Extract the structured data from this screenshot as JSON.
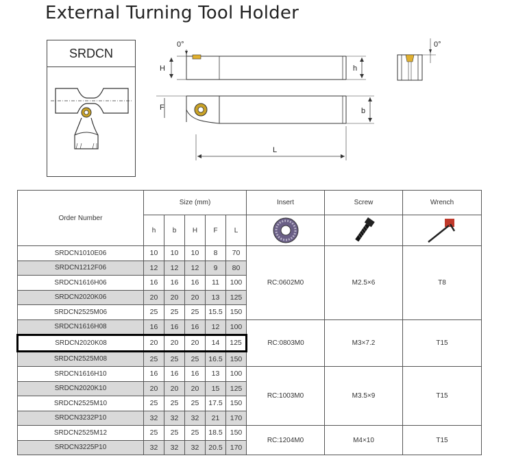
{
  "title": "External Turning Tool Holder",
  "model": "SRDCN",
  "drawing_labels": {
    "angle_top": "0°",
    "angle_end": "0°",
    "H": "H",
    "h": "h",
    "F": "F",
    "b": "b",
    "L": "L"
  },
  "table": {
    "col_order": "Order Number",
    "col_size": "Size  (mm)",
    "col_insert": "Insert",
    "col_screw": "Screw",
    "col_wrench": "Wrench",
    "size_cols": [
      "h",
      "b",
      "H",
      "F",
      "L"
    ],
    "icons": [
      "insert-icon",
      "screw-icon",
      "wrench-icon"
    ],
    "rows": [
      {
        "order": "SRDCN1010E06",
        "h": "10",
        "b": "10",
        "H": "10",
        "F": "8",
        "L": "70"
      },
      {
        "order": "SRDCN1212F06",
        "h": "12",
        "b": "12",
        "H": "12",
        "F": "9",
        "L": "80"
      },
      {
        "order": "SRDCN1616H06",
        "h": "16",
        "b": "16",
        "H": "16",
        "F": "11",
        "L": "100"
      },
      {
        "order": "SRDCN2020K06",
        "h": "20",
        "b": "20",
        "H": "20",
        "F": "13",
        "L": "125"
      },
      {
        "order": "SRDCN2525M06",
        "h": "25",
        "b": "25",
        "H": "25",
        "F": "15.5",
        "L": "150"
      },
      {
        "order": "SRDCN1616H08",
        "h": "16",
        "b": "16",
        "H": "16",
        "F": "12",
        "L": "100"
      },
      {
        "order": "SRDCN2020K08",
        "h": "20",
        "b": "20",
        "H": "20",
        "F": "14",
        "L": "125"
      },
      {
        "order": "SRDCN2525M08",
        "h": "25",
        "b": "25",
        "H": "25",
        "F": "16.5",
        "L": "150"
      },
      {
        "order": "SRDCN1616H10",
        "h": "16",
        "b": "16",
        "H": "16",
        "F": "13",
        "L": "100"
      },
      {
        "order": "SRDCN2020K10",
        "h": "20",
        "b": "20",
        "H": "20",
        "F": "15",
        "L": "125"
      },
      {
        "order": "SRDCN2525M10",
        "h": "25",
        "b": "25",
        "H": "25",
        "F": "17.5",
        "L": "150"
      },
      {
        "order": "SRDCN3232P10",
        "h": "32",
        "b": "32",
        "H": "32",
        "F": "21",
        "L": "170"
      },
      {
        "order": "SRDCN2525M12",
        "h": "25",
        "b": "25",
        "H": "25",
        "F": "18.5",
        "L": "150"
      },
      {
        "order": "SRDCN3225P10",
        "h": "32",
        "b": "32",
        "H": "32",
        "F": "20.5",
        "L": "170"
      }
    ],
    "groups": [
      {
        "insert": "RC:0602M0",
        "screw": "M2.5×6",
        "wrench": "T8"
      },
      {
        "insert": "RC:0803M0",
        "screw": "M3×7.2",
        "wrench": "T15"
      },
      {
        "insert": "RC:1003M0",
        "screw": "M3.5×9",
        "wrench": "T15"
      },
      {
        "insert": "RC:1204M0",
        "screw": "M4×10",
        "wrench": "T15"
      }
    ]
  }
}
